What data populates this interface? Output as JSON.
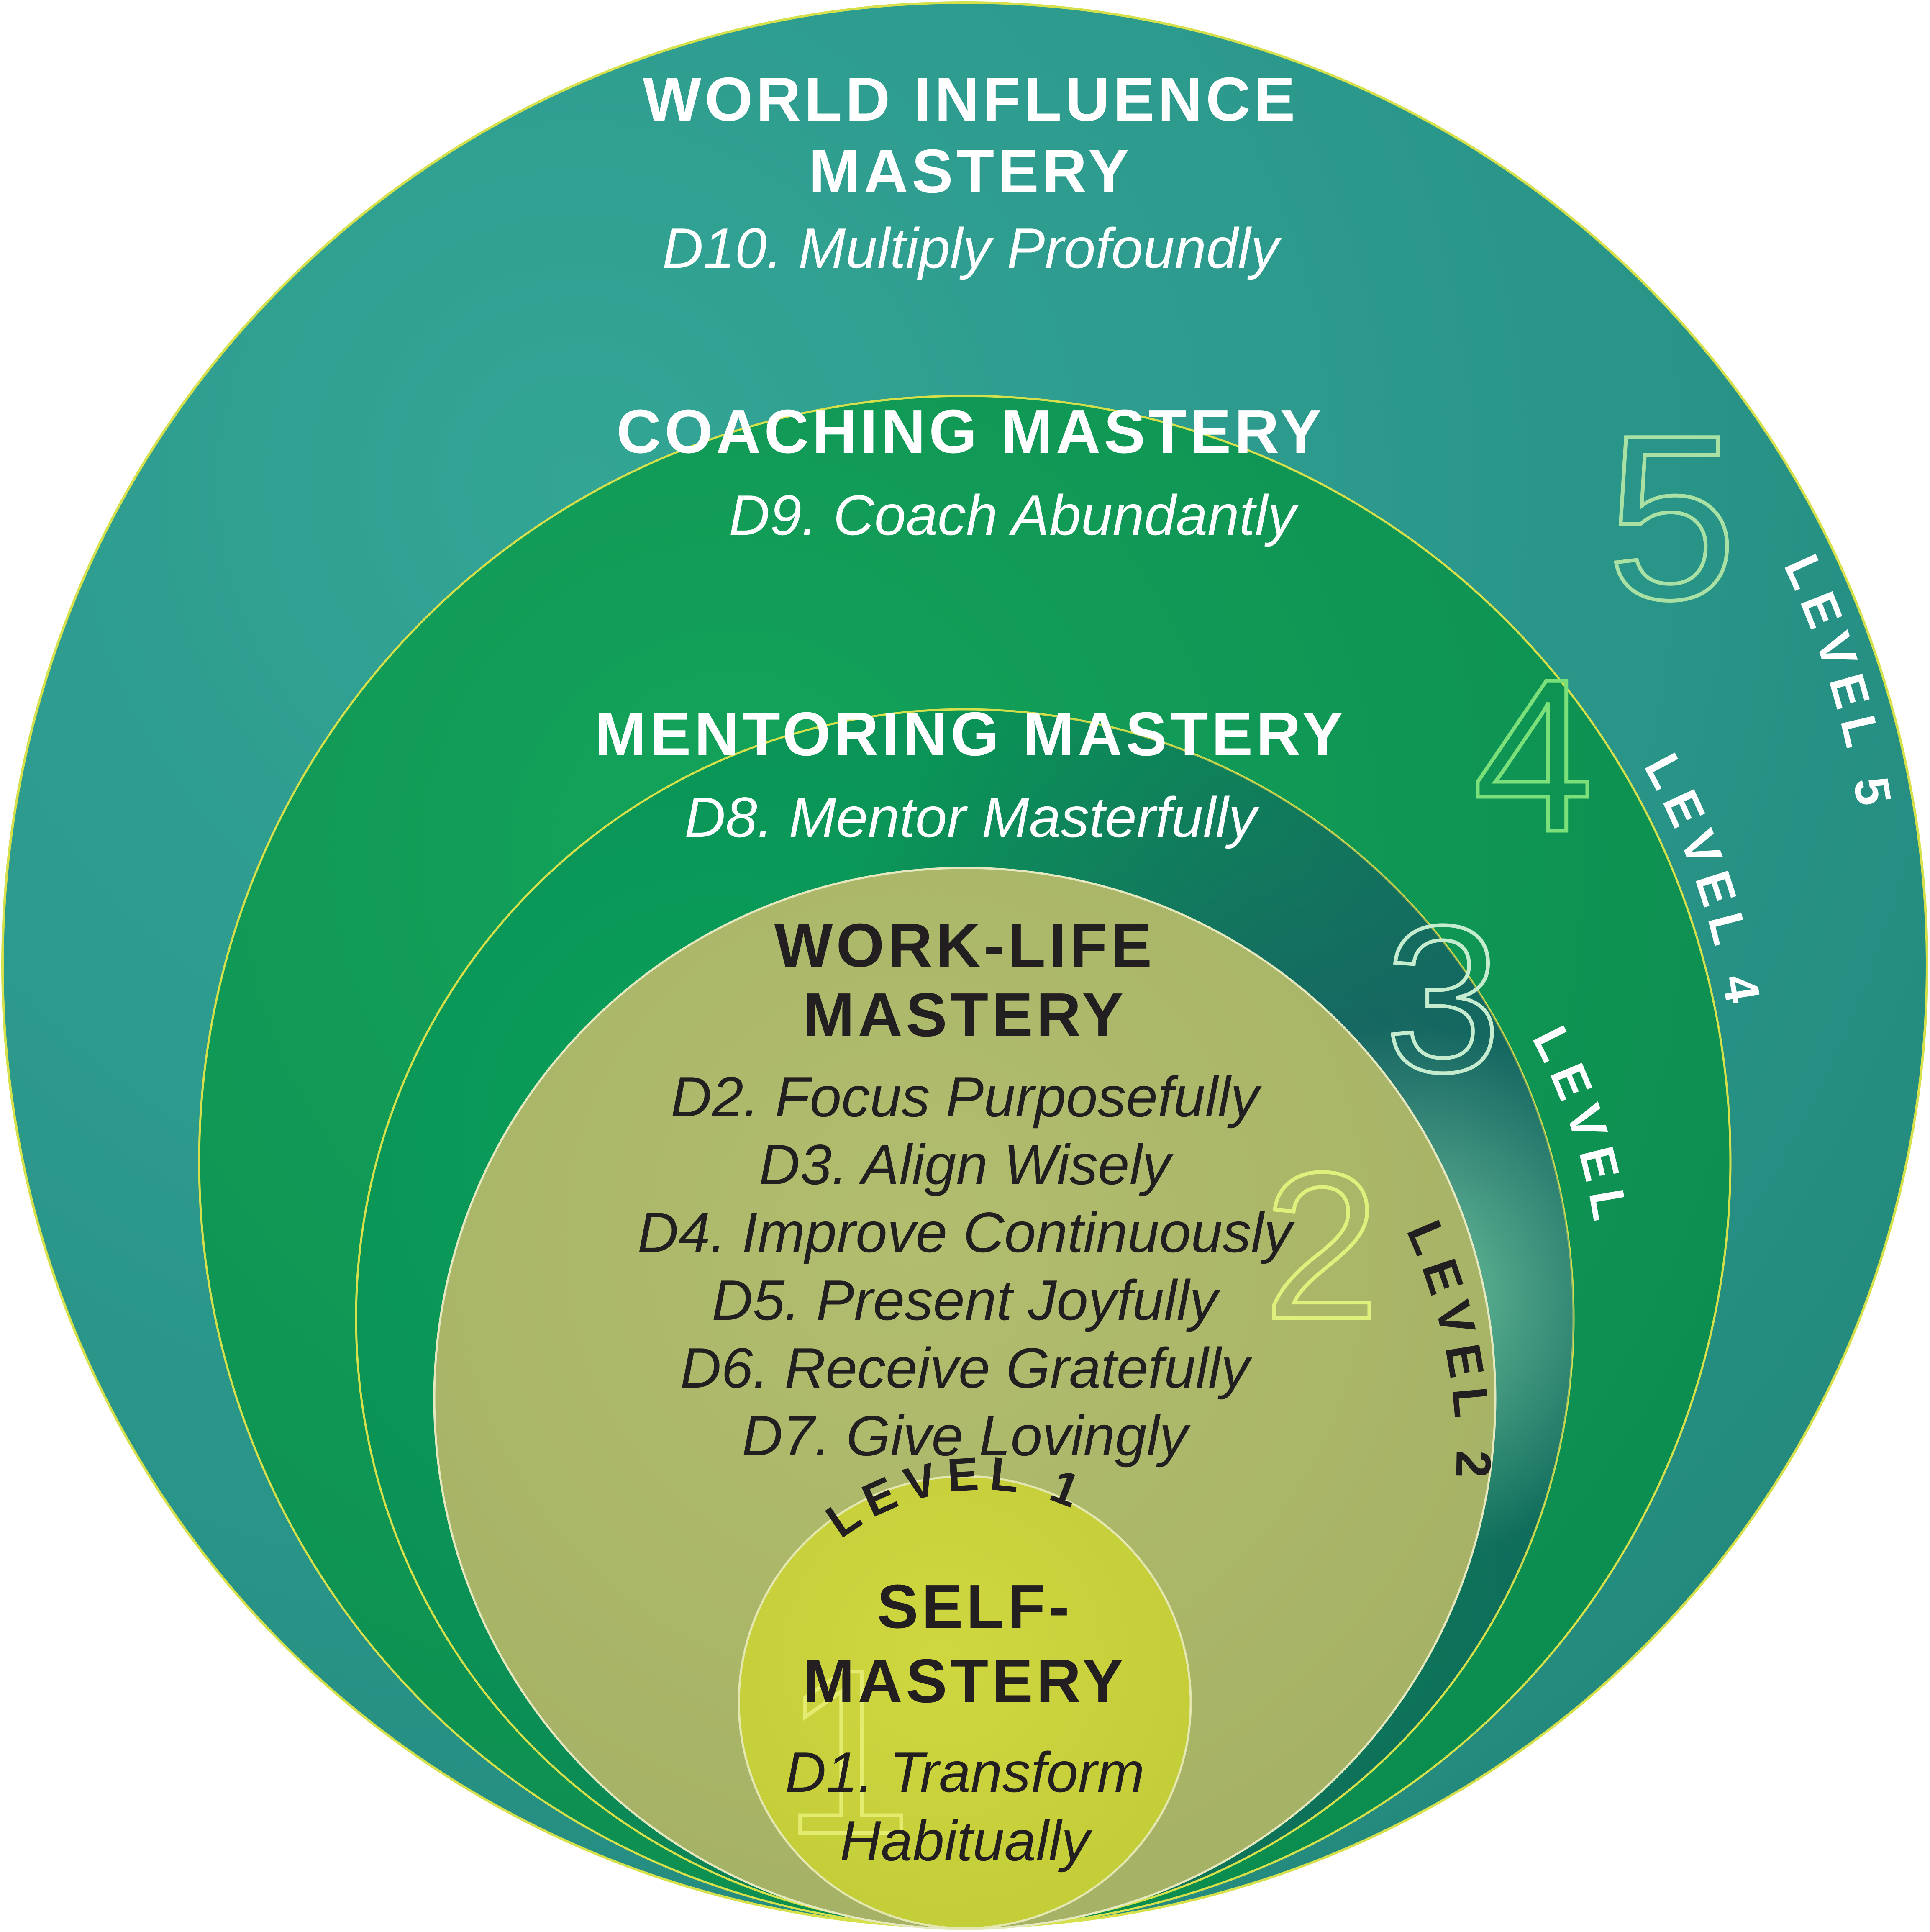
{
  "colors": {
    "level5": "#2a9a8a",
    "level4": "#10994f",
    "level3": "#0d9a57",
    "level2": "#a9b566",
    "level1": "#c9d23c",
    "ring_stroke": "#d5e04a",
    "big_number_level5": "#a9e0a4",
    "big_number_level4": "#7be07a",
    "big_number_level3": "#c6ecd0",
    "big_number_level2": "#dff07c",
    "big_number_level1": "#e3ec6e"
  },
  "levels": {
    "level5": {
      "number": "5",
      "label": "LEVEL 5",
      "title_line1": "WORLD INFLUENCE",
      "title_line2": "MASTERY",
      "items": [
        "D10. Multiply Profoundly"
      ]
    },
    "level4": {
      "number": "4",
      "label": "LEVEL 4",
      "title_line1": "COACHING MASTERY",
      "items": [
        "D9. Coach Abundantly"
      ]
    },
    "level3": {
      "number": "3",
      "label": "LEVEL 3",
      "title_line1": "MENTORING MASTERY",
      "items": [
        "D8. Mentor Masterfully"
      ]
    },
    "level2": {
      "number": "2",
      "label": "LEVEL 2",
      "title_line1": "WORK-LIFE",
      "title_line2": "MASTERY",
      "items": [
        "D2. Focus Purposefully",
        "D3. Align Wisely",
        "D4. Improve Continuously",
        "D5. Present Joyfully",
        "D6. Receive Gratefully",
        "D7. Give Lovingly"
      ]
    },
    "level1": {
      "number": "1",
      "label": "LEVEL 1",
      "title_line1": "SELF-",
      "title_line2": "MASTERY",
      "items": [
        "D1. Transform",
        "Habitually"
      ]
    }
  }
}
